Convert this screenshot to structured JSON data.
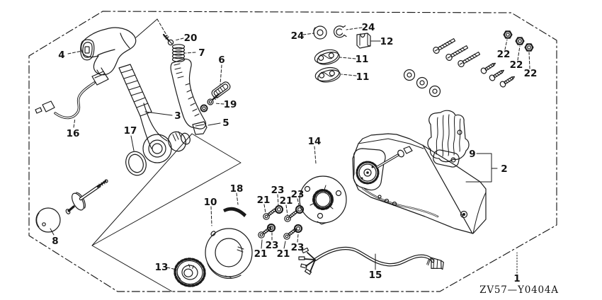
{
  "diagram": {
    "code": "ZV57—Y0404A",
    "callouts": [
      "4",
      "20",
      "7",
      "6",
      "19",
      "3",
      "5",
      "16",
      "17",
      "24",
      "24",
      "12",
      "11",
      "11",
      "22",
      "22",
      "22",
      "14",
      "9",
      "2",
      "18",
      "10",
      "23",
      "21",
      "21",
      "23",
      "8",
      "13",
      "23",
      "21",
      "21",
      "23",
      "15",
      "1"
    ],
    "colors": {
      "ink": "#1a1a1a",
      "background": "#ffffff"
    }
  }
}
